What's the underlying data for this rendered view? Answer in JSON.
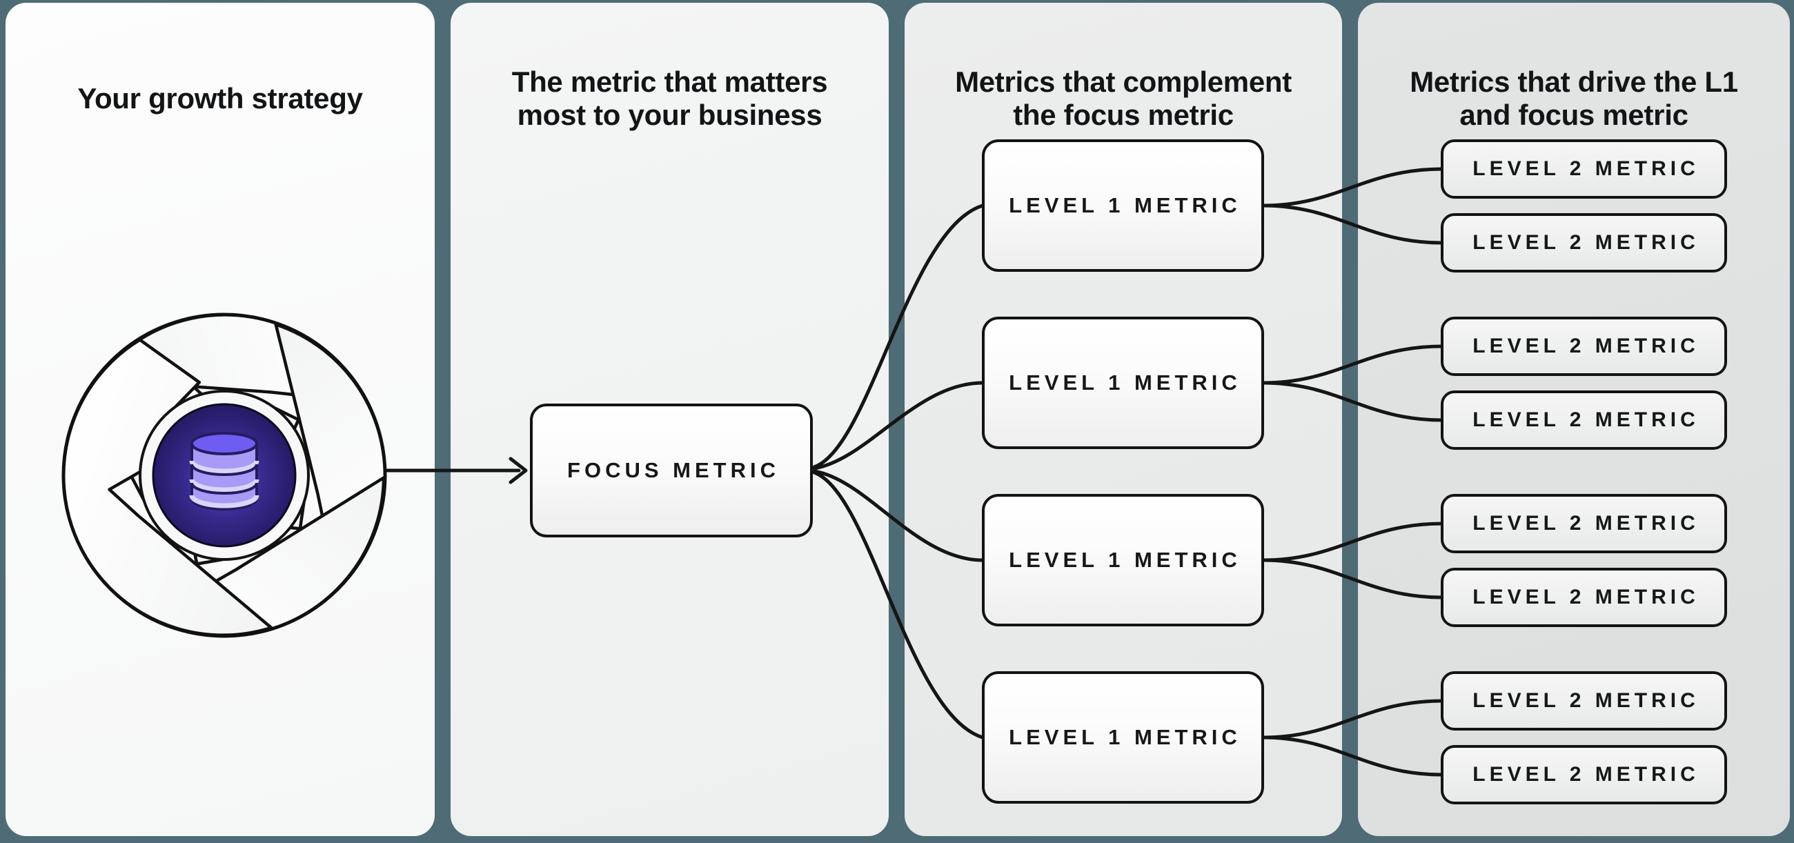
{
  "panels": [
    {
      "title": "Your growth strategy"
    },
    {
      "title": "The metric that matters most to your business"
    },
    {
      "title": "Metrics that complement the focus metric"
    },
    {
      "title": "Metrics that drive the L1 and focus metric"
    }
  ],
  "boxes": {
    "focus": {
      "label": "FOCUS METRIC"
    },
    "level1": [
      {
        "label": "LEVEL 1 METRIC"
      },
      {
        "label": "LEVEL 1 METRIC"
      },
      {
        "label": "LEVEL 1 METRIC"
      },
      {
        "label": "LEVEL 1 METRIC"
      }
    ],
    "level2": [
      {
        "label": "LEVEL 2 METRIC"
      },
      {
        "label": "LEVEL 2 METRIC"
      },
      {
        "label": "LEVEL 2 METRIC"
      },
      {
        "label": "LEVEL 2 METRIC"
      },
      {
        "label": "LEVEL 2 METRIC"
      },
      {
        "label": "LEVEL 2 METRIC"
      },
      {
        "label": "LEVEL 2 METRIC"
      },
      {
        "label": "LEVEL 2 METRIC"
      }
    ]
  },
  "icon": {
    "name": "growth-flywheel-database-icon"
  },
  "colors": {
    "background": "#4e6b76",
    "panel_light": "#f7f8f8",
    "panel_dark": "#e0e1e1",
    "box_border": "#131313",
    "connector": "#151515",
    "core_purple": "#2a1e6e",
    "database_purple": "#a195f5"
  }
}
